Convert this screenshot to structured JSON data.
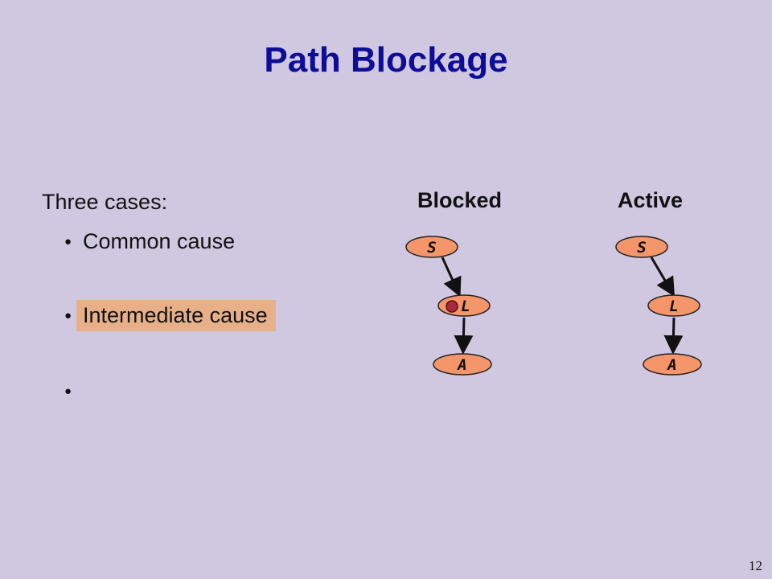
{
  "title": "Path Blockage",
  "intro": "Three cases:",
  "bullets": [
    {
      "text": "Common cause",
      "highlighted": false
    },
    {
      "text": "Intermediate cause",
      "highlighted": true
    },
    {
      "text": "",
      "highlighted": false
    }
  ],
  "bullet_glyph": "●",
  "highlight_color": "#e8b088",
  "node_color": "#f5956a",
  "evidence_marker_color": "#a8283c",
  "columns": {
    "blocked": {
      "label": "Blocked",
      "nodes": {
        "top": "S",
        "mid": "L",
        "bottom": "A"
      },
      "observed": "L"
    },
    "active": {
      "label": "Active",
      "nodes": {
        "top": "S",
        "mid": "L",
        "bottom": "A"
      }
    }
  },
  "page_number": "12"
}
